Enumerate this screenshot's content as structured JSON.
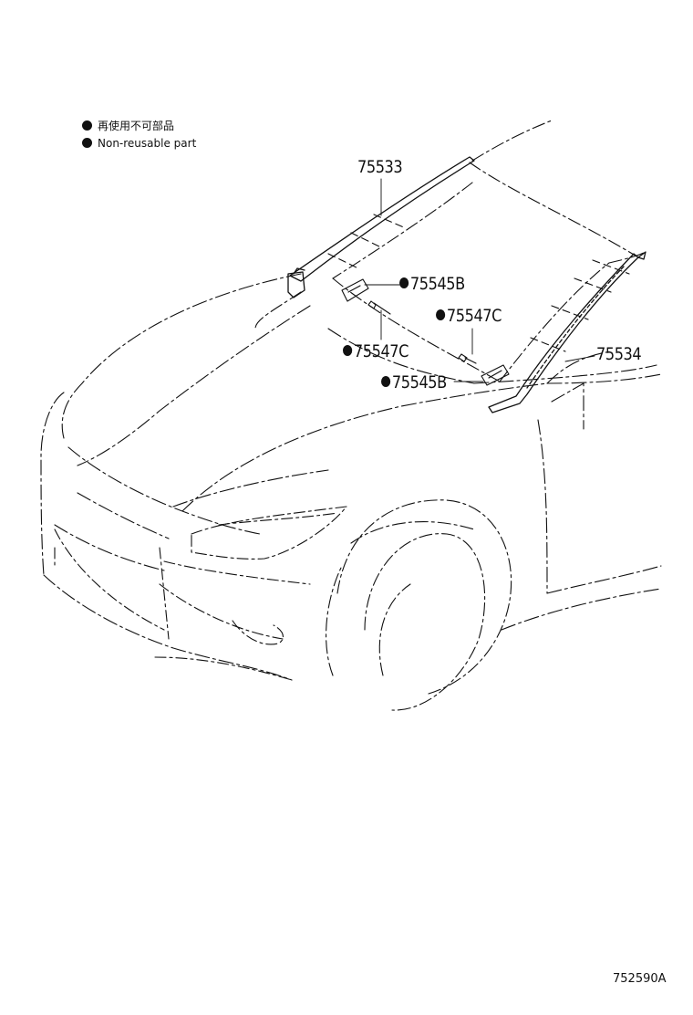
{
  "legend": {
    "line_ja": "再使用不可部品",
    "line_en": "Non-reusable part"
  },
  "parts": {
    "p75533": "75533",
    "p75545b_upper": "75545B",
    "p75547c_right": "75547C",
    "p75547c_left": "75547C",
    "p75534": "75534",
    "p75545b_lower": "75545B"
  },
  "figure_code": "752590A",
  "colors": {
    "line": "#111111",
    "background": "#ffffff"
  }
}
